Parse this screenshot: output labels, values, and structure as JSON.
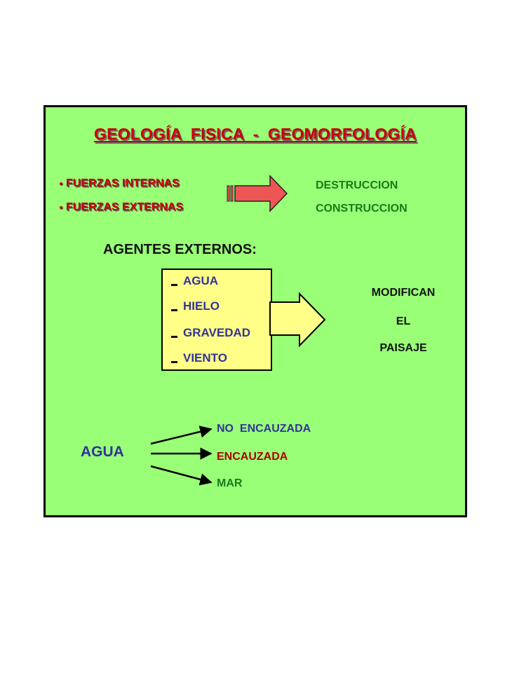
{
  "title": "GEOLOGÍA  FISICA  -  GEOMORFOLOGÍA",
  "forces": [
    {
      "label": "FUERZAS INTERNAS",
      "result": "DESTRUCCION"
    },
    {
      "label": "FUERZAS EXTERNAS",
      "result": "CONSTRUCCION"
    }
  ],
  "agents_heading": "AGENTES EXTERNOS:",
  "agents": [
    "AGUA",
    "HIELO",
    "GRAVEDAD",
    "VIENTO"
  ],
  "effect": [
    "MODIFICAN",
    "EL",
    "PAISAJE"
  ],
  "water": {
    "label": "AGUA",
    "branches": [
      {
        "label": "NO  ENCAUZADA",
        "color": "#333399"
      },
      {
        "label": "ENCAUZADA",
        "color": "#aa0000"
      },
      {
        "label": "MAR",
        "color": "#1a7a1a"
      }
    ]
  },
  "colors": {
    "background": "#99ff77",
    "title": "#cc0000",
    "agents_box": "#ffff88",
    "arrow_red": "#ee5555"
  }
}
